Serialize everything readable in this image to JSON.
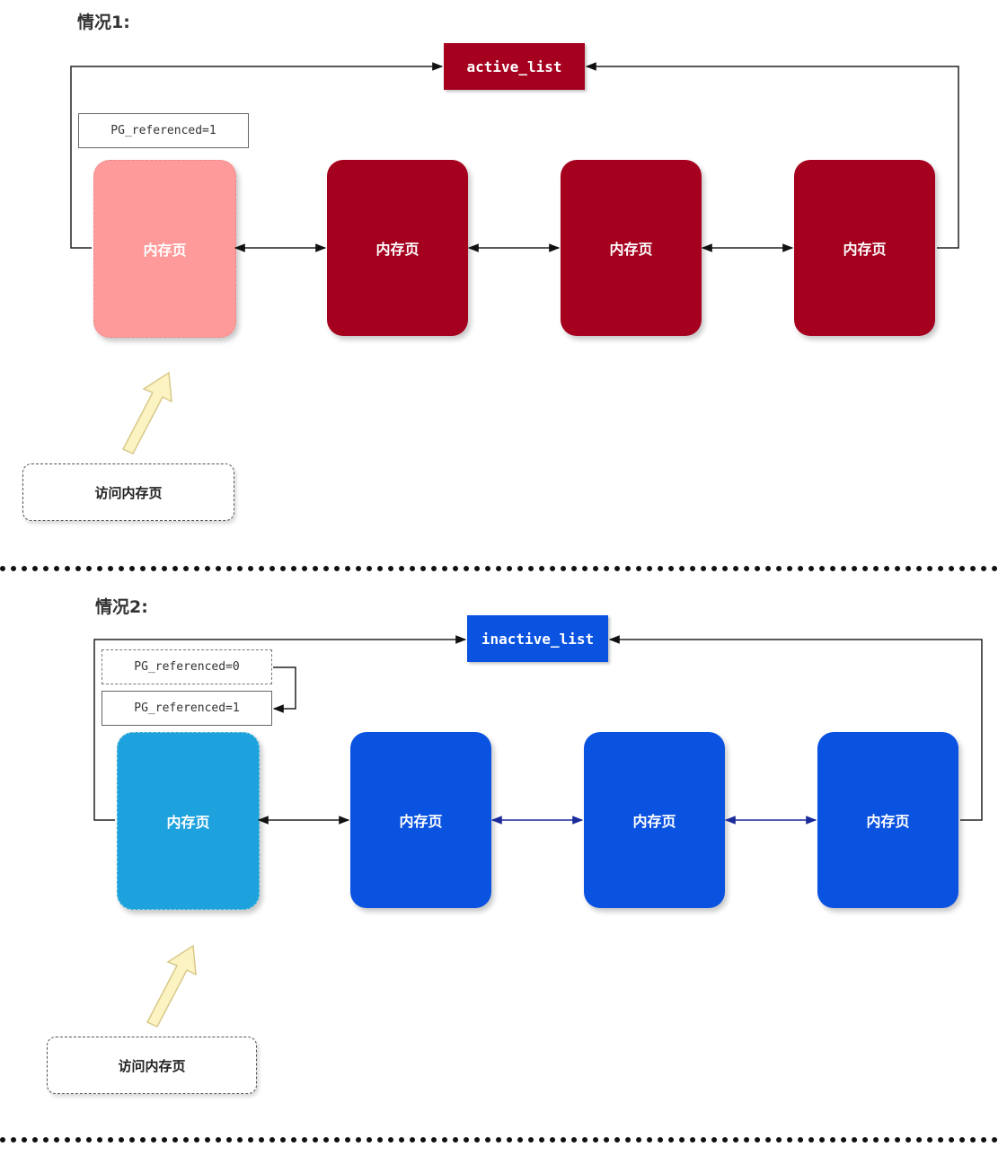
{
  "case1": {
    "title": "情况1:",
    "list_label": "active_list",
    "flag": "PG_referenced=1",
    "pages": [
      "内存页",
      "内存页",
      "内存页",
      "内存页"
    ],
    "access_label": "访问内存页",
    "colors": {
      "head": "#a5001e",
      "first_page": "#ff9a9a",
      "page": "#a5001e"
    }
  },
  "case2": {
    "title": "情况2:",
    "list_label": "inactive_list",
    "flag_before": "PG_referenced=0",
    "flag_after": "PG_referenced=1",
    "pages": [
      "内存页",
      "内存页",
      "内存页",
      "内存页"
    ],
    "access_label": "访问内存页",
    "colors": {
      "head": "#0a52e0",
      "first_page": "#1ea2de",
      "page": "#0a52e0"
    }
  }
}
